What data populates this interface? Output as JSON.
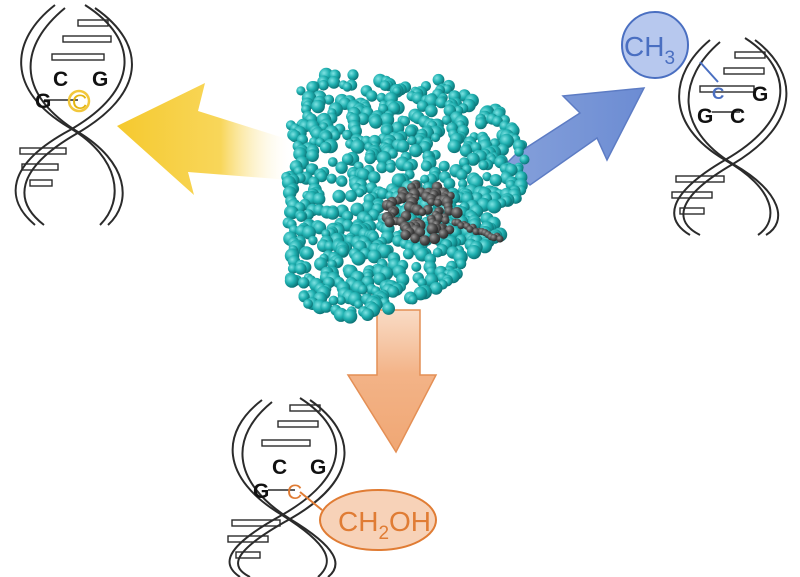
{
  "colors": {
    "protein": "#17a4a4",
    "ligand": "#4a4a4a",
    "yellow": "#f7cf3d",
    "blue": "#6f8fd4",
    "orange": "#f0a774",
    "strand": "#2b2b2b"
  },
  "panels": {
    "top_left": {
      "base_c": "C",
      "base_g": "G",
      "base_g2": "G",
      "cytosine": "C"
    },
    "top_right": {
      "group": "CH",
      "group_sub": "3",
      "cytosine": "C",
      "base_g": "G",
      "base_g2": "G",
      "base_c": "C"
    },
    "bottom": {
      "base_c": "C",
      "base_g": "G",
      "base_g2": "G",
      "cytosine": "C",
      "group_a": "CH",
      "group_sub": "2",
      "group_b": "OH"
    }
  }
}
